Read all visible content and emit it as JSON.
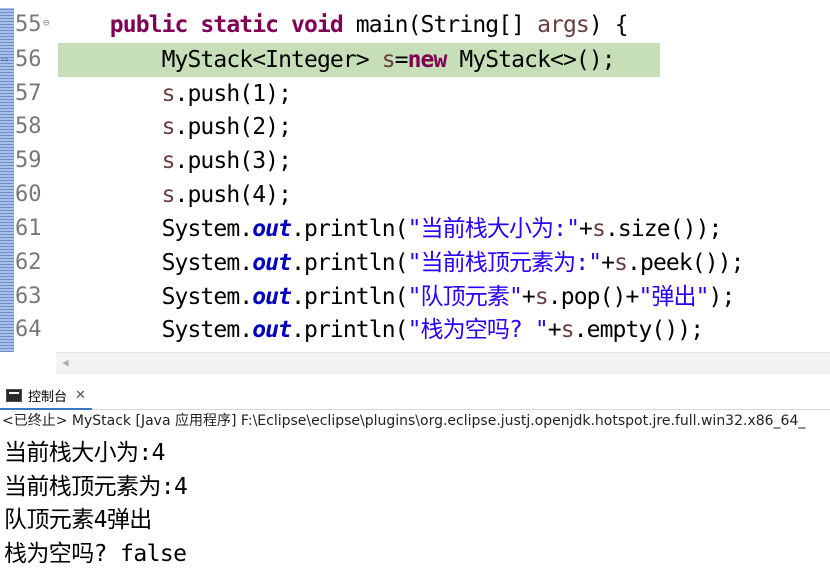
{
  "editor": {
    "lines": [
      {
        "num": "55",
        "indent": "    ",
        "tokens": [
          {
            "t": "public static void",
            "c": "kw"
          },
          {
            "t": " main(String[] ",
            "c": ""
          },
          {
            "t": "args",
            "c": "var"
          },
          {
            "t": ") {",
            "c": ""
          }
        ]
      },
      {
        "num": "56",
        "indent": "        ",
        "tokens": [
          {
            "t": "MyStack<Integer> ",
            "c": ""
          },
          {
            "t": "s",
            "c": "var"
          },
          {
            "t": "=",
            "c": ""
          },
          {
            "t": "new",
            "c": "kw"
          },
          {
            "t": " MyStack<>();",
            "c": ""
          }
        ]
      },
      {
        "num": "57",
        "indent": "        ",
        "tokens": [
          {
            "t": "s",
            "c": "var"
          },
          {
            "t": ".push(1);",
            "c": ""
          }
        ]
      },
      {
        "num": "58",
        "indent": "        ",
        "tokens": [
          {
            "t": "s",
            "c": "var"
          },
          {
            "t": ".push(2);",
            "c": ""
          }
        ]
      },
      {
        "num": "59",
        "indent": "        ",
        "tokens": [
          {
            "t": "s",
            "c": "var"
          },
          {
            "t": ".push(3);",
            "c": ""
          }
        ]
      },
      {
        "num": "60",
        "indent": "        ",
        "tokens": [
          {
            "t": "s",
            "c": "var"
          },
          {
            "t": ".push(4);",
            "c": ""
          }
        ]
      },
      {
        "num": "61",
        "indent": "        ",
        "tokens": [
          {
            "t": "System.",
            "c": ""
          },
          {
            "t": "out",
            "c": "fld"
          },
          {
            "t": ".println(",
            "c": ""
          },
          {
            "t": "\"当前栈大小为:\"",
            "c": "str"
          },
          {
            "t": "+",
            "c": ""
          },
          {
            "t": "s",
            "c": "var"
          },
          {
            "t": ".size());",
            "c": ""
          }
        ]
      },
      {
        "num": "62",
        "indent": "        ",
        "tokens": [
          {
            "t": "System.",
            "c": ""
          },
          {
            "t": "out",
            "c": "fld"
          },
          {
            "t": ".println(",
            "c": ""
          },
          {
            "t": "\"当前栈顶元素为:\"",
            "c": "str"
          },
          {
            "t": "+",
            "c": ""
          },
          {
            "t": "s",
            "c": "var"
          },
          {
            "t": ".peek());",
            "c": ""
          }
        ]
      },
      {
        "num": "63",
        "indent": "        ",
        "tokens": [
          {
            "t": "System.",
            "c": ""
          },
          {
            "t": "out",
            "c": "fld"
          },
          {
            "t": ".println(",
            "c": ""
          },
          {
            "t": "\"队顶元素\"",
            "c": "str"
          },
          {
            "t": "+",
            "c": ""
          },
          {
            "t": "s",
            "c": "var"
          },
          {
            "t": ".pop()+",
            "c": ""
          },
          {
            "t": "\"弹出\"",
            "c": "str"
          },
          {
            "t": ");",
            "c": ""
          }
        ]
      },
      {
        "num": "64",
        "indent": "        ",
        "tokens": [
          {
            "t": "System.",
            "c": ""
          },
          {
            "t": "out",
            "c": "fld"
          },
          {
            "t": ".println(",
            "c": ""
          },
          {
            "t": "\"栈为空吗? \"",
            "c": "str"
          },
          {
            "t": "+",
            "c": ""
          },
          {
            "t": "s",
            "c": "var"
          },
          {
            "t": ".empty());",
            "c": ""
          }
        ]
      }
    ],
    "highlight_color": "#c7dfb8",
    "keyword_color": "#7f0055",
    "string_color": "#2a00ff",
    "field_color": "#0000c0",
    "variable_color": "#6a3e3e"
  },
  "console": {
    "tab_label": "控制台",
    "tab_icon": "console-icon",
    "close_glyph": "✕",
    "status": "<已终止> MyStack [Java 应用程序] F:\\Eclipse\\eclipse\\plugins\\org.eclipse.justj.openjdk.hotspot.jre.full.win32.x86_64_",
    "output": [
      "当前栈大小为:4",
      "当前栈顶元素为:4",
      "队顶元素4弹出",
      "栈为空吗? false"
    ]
  }
}
